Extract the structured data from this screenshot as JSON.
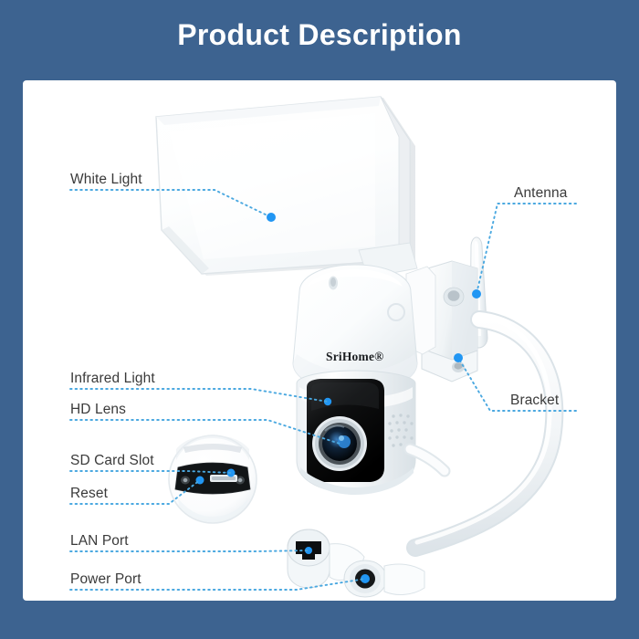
{
  "header": {
    "title": "Product Description"
  },
  "colors": {
    "background": "#3d6390",
    "card": "#ffffff",
    "title_text": "#ffffff",
    "label_text": "#3a3a3a",
    "leader_line": "#4aa8e0",
    "marker_dot": "#2196f3",
    "device_body": "#ffffff",
    "lens_black": "#111111"
  },
  "product": {
    "brand": "SriHome®"
  },
  "callouts": [
    {
      "id": "white-light",
      "label": "White Light"
    },
    {
      "id": "antenna",
      "label": "Antenna"
    },
    {
      "id": "infrared-light",
      "label": "Infrared Light"
    },
    {
      "id": "hd-lens",
      "label": "HD Lens"
    },
    {
      "id": "bracket",
      "label": "Bracket"
    },
    {
      "id": "sd-card-slot",
      "label": "SD Card Slot"
    },
    {
      "id": "reset",
      "label": "Reset"
    },
    {
      "id": "lan-port",
      "label": "LAN Port"
    },
    {
      "id": "power-port",
      "label": "Power Port"
    }
  ]
}
